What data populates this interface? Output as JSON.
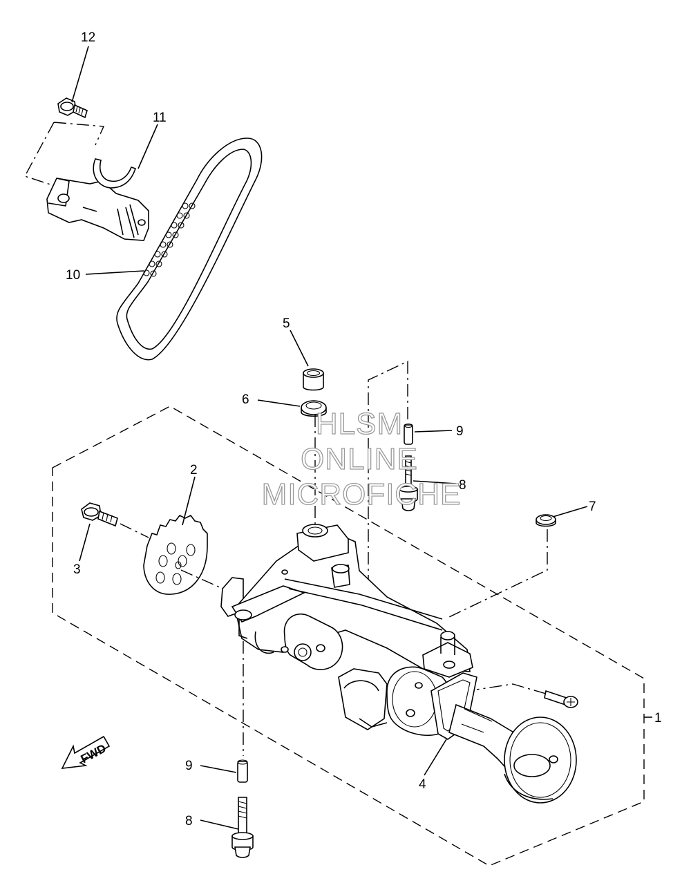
{
  "diagram": {
    "callouts": [
      {
        "id": "12",
        "label": "12"
      },
      {
        "id": "11",
        "label": "11"
      },
      {
        "id": "10",
        "label": "10"
      },
      {
        "id": "5",
        "label": "5"
      },
      {
        "id": "6",
        "label": "6"
      },
      {
        "id": "9a",
        "label": "9"
      },
      {
        "id": "8a",
        "label": "8"
      },
      {
        "id": "7",
        "label": "7"
      },
      {
        "id": "2",
        "label": "2"
      },
      {
        "id": "3",
        "label": "3"
      },
      {
        "id": "1",
        "label": "1"
      },
      {
        "id": "4",
        "label": "4"
      },
      {
        "id": "9b",
        "label": "9"
      },
      {
        "id": "8b",
        "label": "8"
      }
    ],
    "fwd_label": "FWD"
  },
  "watermark": {
    "line1": "HLSM",
    "line2": "ONLINE",
    "line3": "MICROFICHE",
    "color": "#9a9a9a"
  }
}
